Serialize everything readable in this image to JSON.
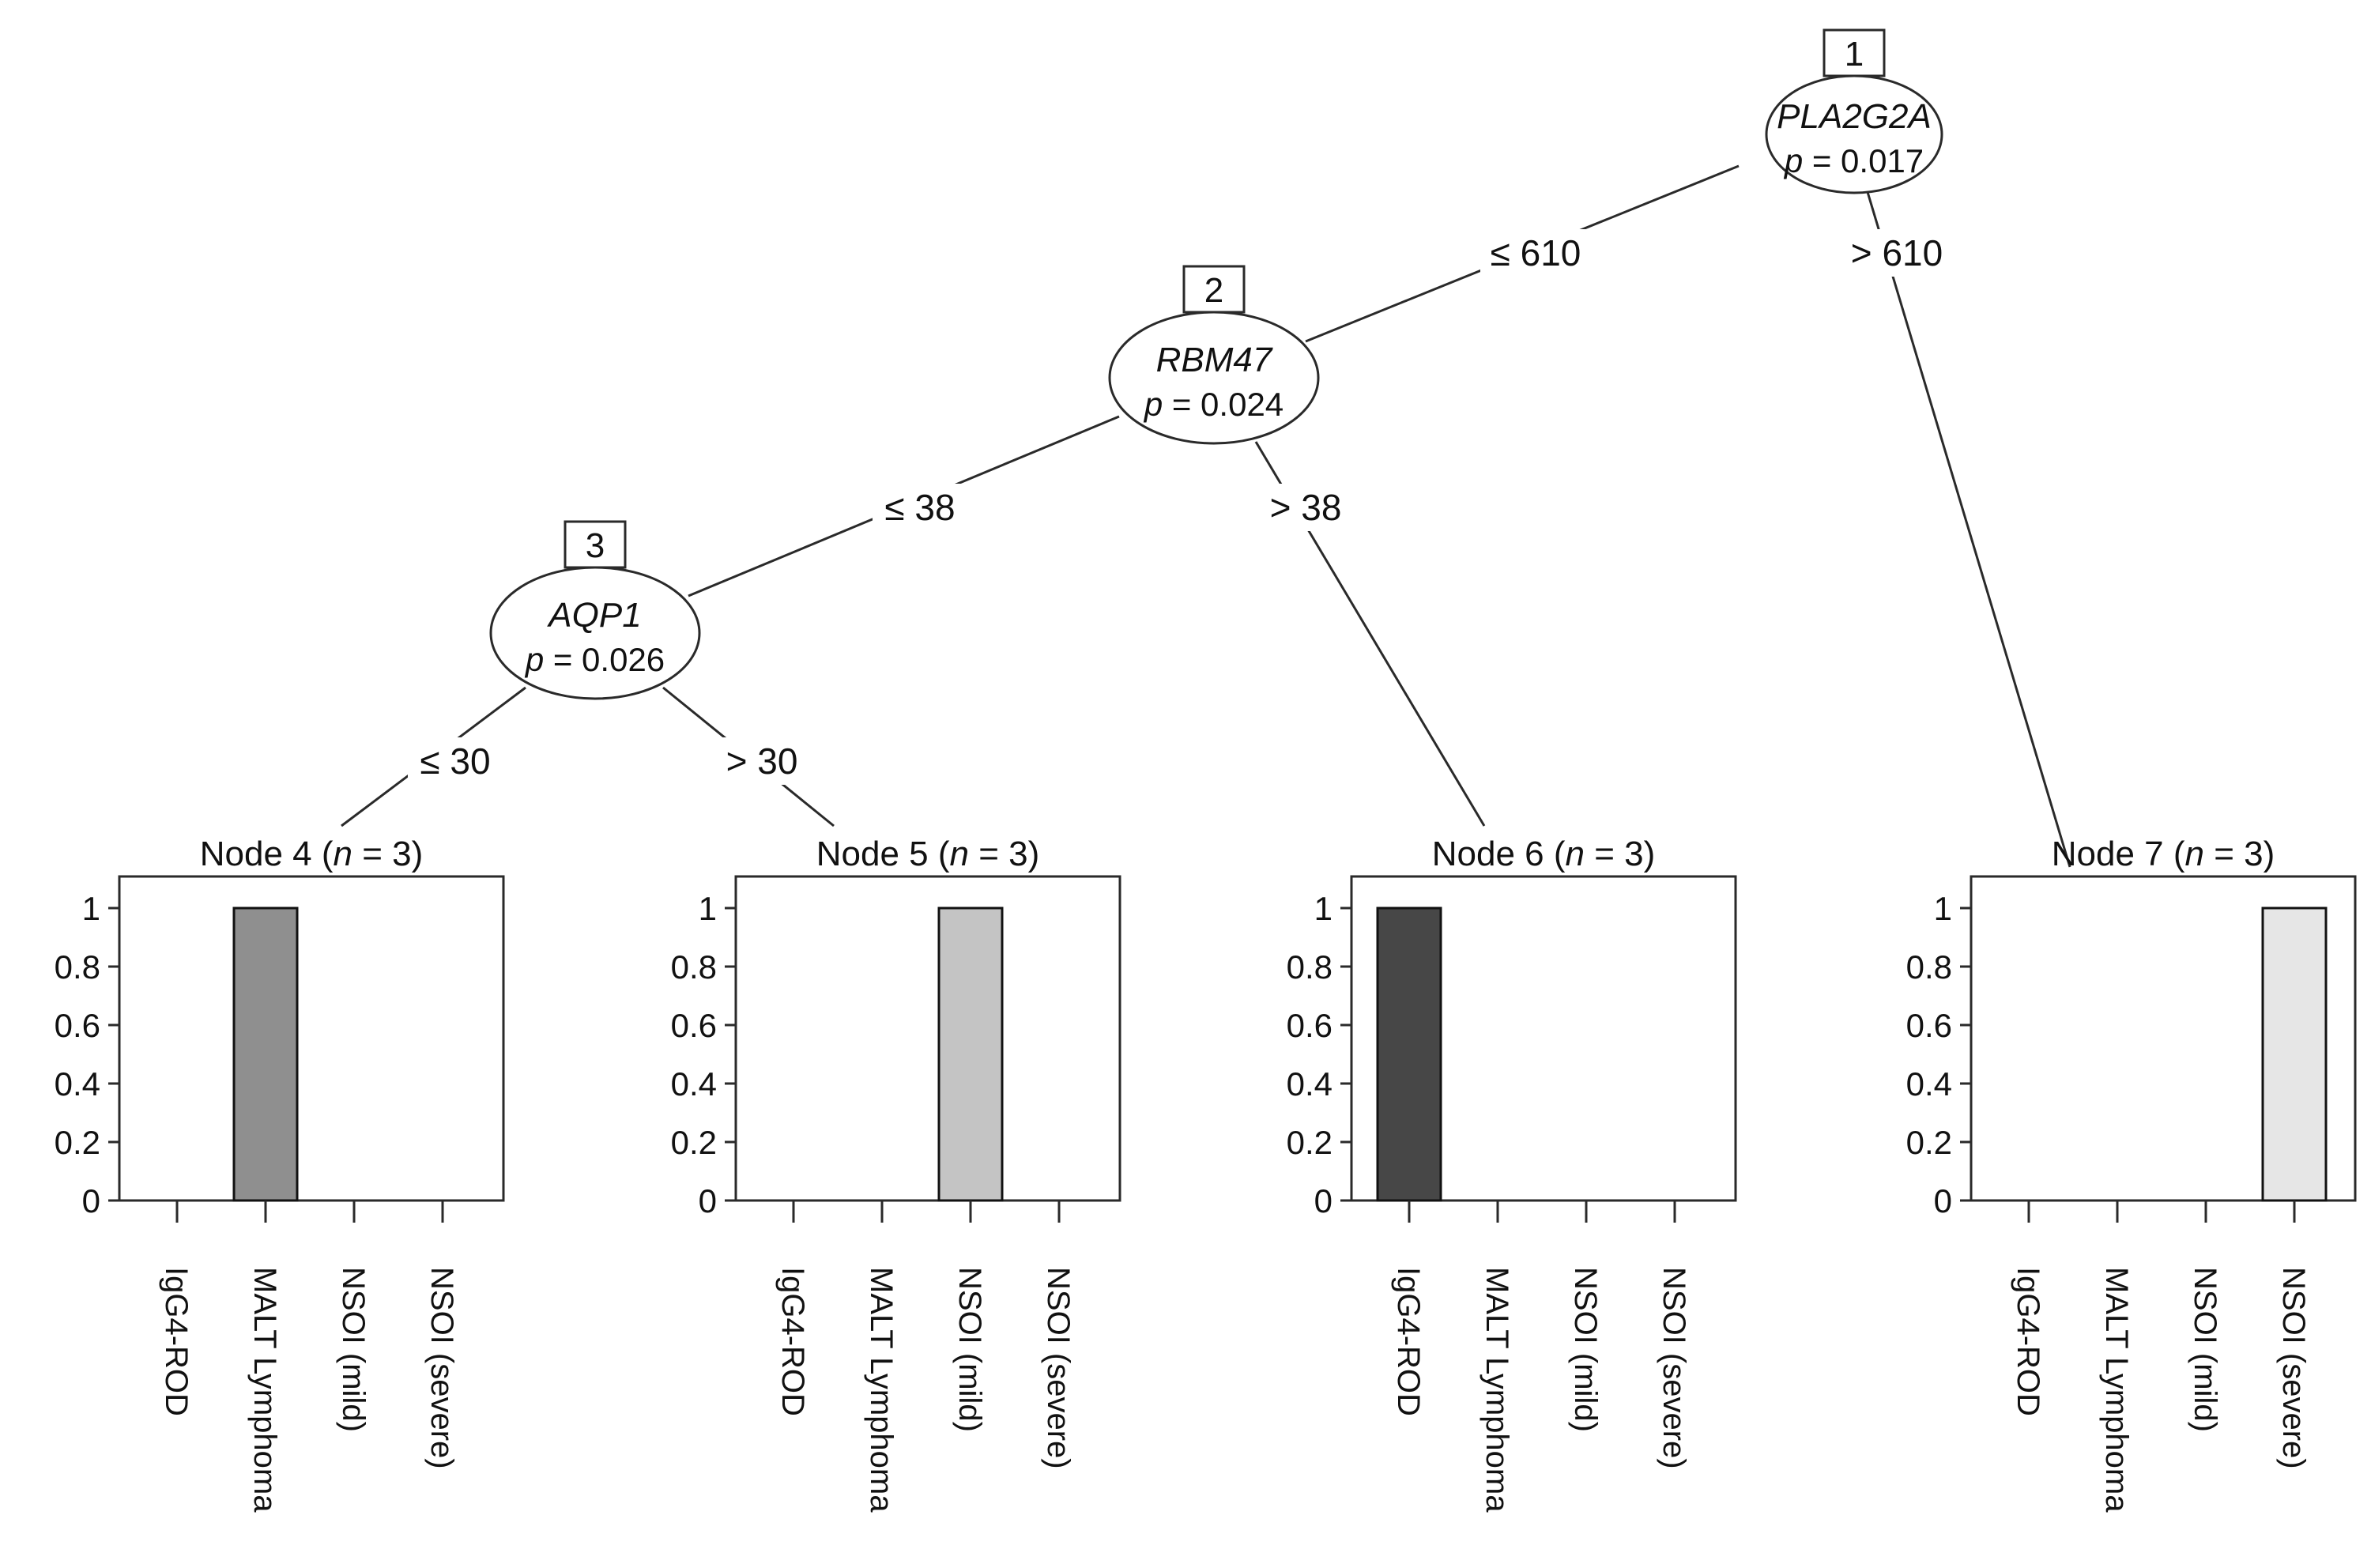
{
  "colors": {
    "IgG4-ROD": "#474747",
    "MALT Lymphoma": "#8f8f8f",
    "NSOI (mild)": "#c4c4c4",
    "NSOI (severe)": "#e6e6e6"
  },
  "inner_nodes": [
    {
      "id": "1",
      "variable": "PLA2G2A",
      "p_label": "p",
      "p_value": " = 0.017"
    },
    {
      "id": "2",
      "variable": "RBM47",
      "p_label": "p",
      "p_value": " = 0.024"
    },
    {
      "id": "3",
      "variable": "AQP1",
      "p_label": "p",
      "p_value": " = 0.026"
    }
  ],
  "edges": [
    {
      "from": "1",
      "to": "2",
      "label": "≤ 610"
    },
    {
      "from": "1",
      "to": "7",
      "label": "> 610"
    },
    {
      "from": "2",
      "to": "3",
      "label": "≤ 38"
    },
    {
      "from": "2",
      "to": "6",
      "label": "> 38"
    },
    {
      "from": "3",
      "to": "4",
      "label": "≤ 30"
    },
    {
      "from": "3",
      "to": "5",
      "label": "> 30"
    }
  ],
  "chart_data": [
    {
      "type": "bar",
      "node": "4",
      "title_prefix": "Node 4 (",
      "title_n_label": "n",
      "title_suffix": " = 3)",
      "categories": [
        "IgG4-ROD",
        "MALT Lymphoma",
        "NSOI (mild)",
        "NSOI (severe)"
      ],
      "values": [
        0,
        1,
        0,
        0
      ],
      "ylim": [
        0,
        1
      ],
      "yticks": [
        0,
        0.2,
        0.4,
        0.6,
        0.8,
        1
      ],
      "ytick_labels": [
        "0",
        "0.2",
        "0.4",
        "0.6",
        "0.8",
        "1"
      ]
    },
    {
      "type": "bar",
      "node": "5",
      "title_prefix": "Node 5 (",
      "title_n_label": "n",
      "title_suffix": " = 3)",
      "categories": [
        "IgG4-ROD",
        "MALT Lymphoma",
        "NSOI (mild)",
        "NSOI (severe)"
      ],
      "values": [
        0,
        0,
        1,
        0
      ],
      "ylim": [
        0,
        1
      ],
      "yticks": [
        0,
        0.2,
        0.4,
        0.6,
        0.8,
        1
      ],
      "ytick_labels": [
        "0",
        "0.2",
        "0.4",
        "0.6",
        "0.8",
        "1"
      ]
    },
    {
      "type": "bar",
      "node": "6",
      "title_prefix": "Node 6 (",
      "title_n_label": "n",
      "title_suffix": " = 3)",
      "categories": [
        "IgG4-ROD",
        "MALT Lymphoma",
        "NSOI (mild)",
        "NSOI (severe)"
      ],
      "values": [
        1,
        0,
        0,
        0
      ],
      "ylim": [
        0,
        1
      ],
      "yticks": [
        0,
        0.2,
        0.4,
        0.6,
        0.8,
        1
      ],
      "ytick_labels": [
        "0",
        "0.2",
        "0.4",
        "0.6",
        "0.8",
        "1"
      ]
    },
    {
      "type": "bar",
      "node": "7",
      "title_prefix": "Node 7 (",
      "title_n_label": "n",
      "title_suffix": " = 3)",
      "categories": [
        "IgG4-ROD",
        "MALT Lymphoma",
        "NSOI (mild)",
        "NSOI (severe)"
      ],
      "values": [
        0,
        0,
        0,
        1
      ],
      "ylim": [
        0,
        1
      ],
      "yticks": [
        0,
        0.2,
        0.4,
        0.6,
        0.8,
        1
      ],
      "ytick_labels": [
        "0",
        "0.2",
        "0.4",
        "0.6",
        "0.8",
        "1"
      ]
    }
  ]
}
